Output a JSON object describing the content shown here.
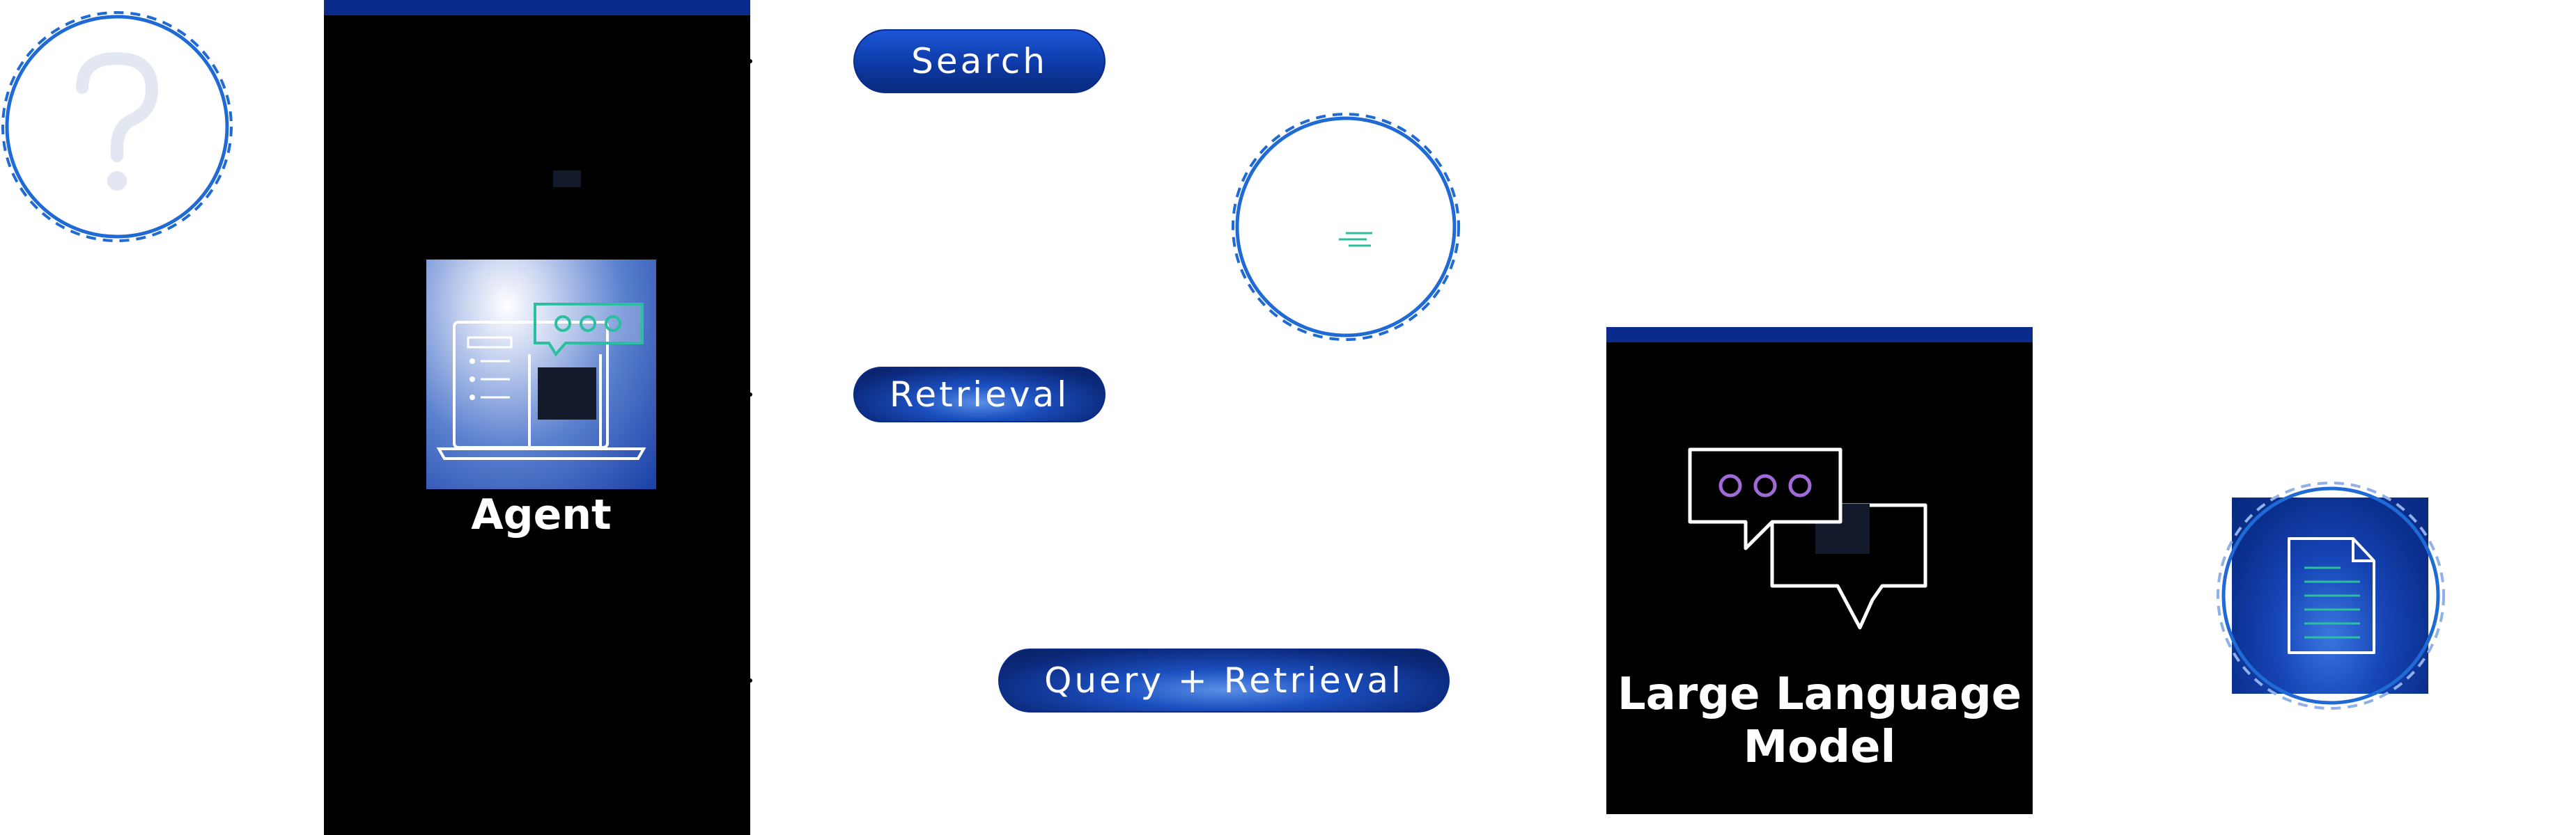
{
  "diagram": {
    "nodes": {
      "question": {
        "icon": "question-mark-icon"
      },
      "agent": {
        "label": "Agent",
        "icon": "laptop-chat-icon"
      },
      "search_result": {
        "icon": "search-lines-icon"
      },
      "llm": {
        "label": "Large Language Model",
        "label_lines": [
          "Large Language",
          "Model"
        ],
        "icon": "chat-bubbles-icon"
      },
      "document": {
        "icon": "document-icon"
      }
    },
    "edges": {
      "search": "Search",
      "retrieval": "Retrieval",
      "query_retrieval": "Query + Retrieval"
    },
    "colors": {
      "panel": "#000000",
      "topbar": "#0a2a8c",
      "circle_blue": "#1f6ad4",
      "teal": "#2bbfa0",
      "llm_dots": "#a06ad8"
    }
  }
}
